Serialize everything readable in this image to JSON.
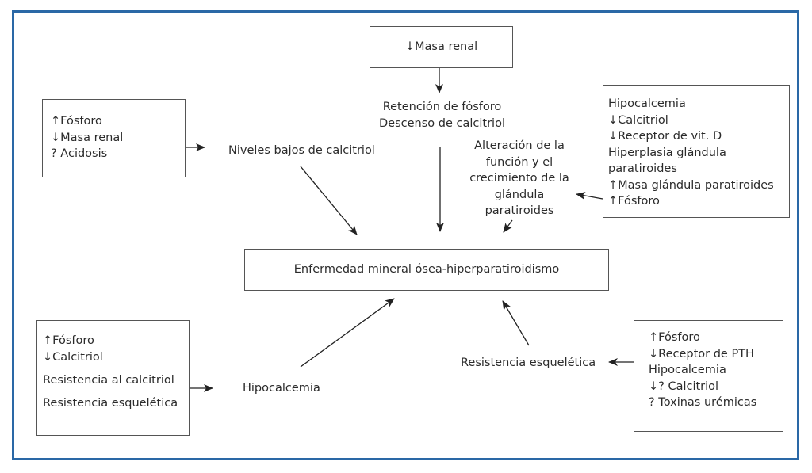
{
  "diagram": {
    "top_box": {
      "label": "↓Masa renal"
    },
    "top_text": {
      "lines": [
        "Retención de fósforo",
        "Descenso de calcitriol"
      ]
    },
    "left_top_box": {
      "lines": [
        "↑Fósforo",
        "↓Masa renal",
        "? Acidosis"
      ]
    },
    "left_top_label": {
      "label": "Niveles bajos de calcitriol"
    },
    "right_top_box": {
      "lines": [
        "Hipocalcemia",
        "↓Calcitriol",
        "↓Receptor de vit. D",
        "Hiperplasia glándula",
        "paratiroides",
        "↑Masa glándula paratiroides",
        "↑Fósforo"
      ]
    },
    "right_top_label": {
      "lines": [
        "Alteración de la",
        "función y el",
        "crecimiento de la",
        "glándula",
        "paratiroides"
      ]
    },
    "center_box": {
      "label": "Enfermedad mineral ósea-hiperparatiroidismo"
    },
    "left_bottom_box": {
      "lines": [
        "↑Fósforo",
        "↓Calcitriol",
        "Resistencia al calcitriol",
        "Resistencia esquelética"
      ]
    },
    "left_bottom_label": {
      "label": "Hipocalcemia"
    },
    "right_bottom_box": {
      "lines": [
        "↑Fósforo",
        "↓Receptor de PTH",
        "Hipocalcemia",
        "↓? Calcitriol",
        "? Toxinas urémicas"
      ]
    },
    "right_bottom_label": {
      "label": "Resistencia esquelética"
    }
  },
  "colors": {
    "frame": "#2a68a6",
    "stroke": "#222222",
    "text": "#2b2b2b"
  }
}
